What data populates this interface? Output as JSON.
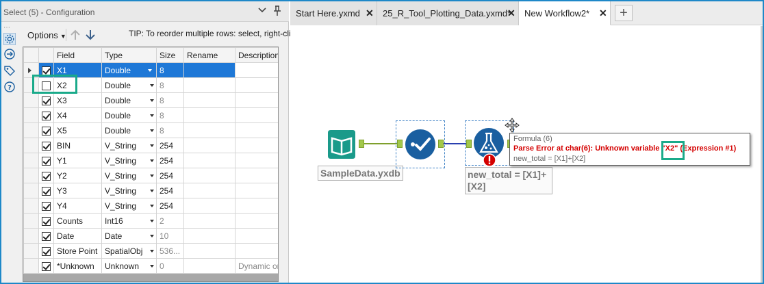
{
  "config_panel": {
    "title": "Select (5) - Configuration",
    "options_label": "Options",
    "tip": "TIP: To reorder multiple rows: select, right-click",
    "columns": [
      "Field",
      "Type",
      "Size",
      "Rename",
      "Description"
    ],
    "rows": [
      {
        "checked": true,
        "field": "X1",
        "type": "Double",
        "size": "8",
        "rename": "",
        "description": "",
        "selected": true
      },
      {
        "checked": false,
        "field": "X2",
        "type": "Double",
        "size": "8",
        "rename": "",
        "description": ""
      },
      {
        "checked": true,
        "field": "X3",
        "type": "Double",
        "size": "8",
        "rename": "",
        "description": ""
      },
      {
        "checked": true,
        "field": "X4",
        "type": "Double",
        "size": "8",
        "rename": "",
        "description": ""
      },
      {
        "checked": true,
        "field": "X5",
        "type": "Double",
        "size": "8",
        "rename": "",
        "description": ""
      },
      {
        "checked": true,
        "field": "BIN",
        "type": "V_String",
        "size": "254",
        "rename": "",
        "description": ""
      },
      {
        "checked": true,
        "field": "Y1",
        "type": "V_String",
        "size": "254",
        "rename": "",
        "description": ""
      },
      {
        "checked": true,
        "field": "Y2",
        "type": "V_String",
        "size": "254",
        "rename": "",
        "description": ""
      },
      {
        "checked": true,
        "field": "Y3",
        "type": "V_String",
        "size": "254",
        "rename": "",
        "description": ""
      },
      {
        "checked": true,
        "field": "Y4",
        "type": "V_String",
        "size": "254",
        "rename": "",
        "description": ""
      },
      {
        "checked": true,
        "field": "Counts",
        "type": "Int16",
        "size": "2",
        "rename": "",
        "description": ""
      },
      {
        "checked": true,
        "field": "Date",
        "type": "Date",
        "size": "10",
        "rename": "",
        "description": ""
      },
      {
        "checked": true,
        "field": "Store Point",
        "type": "SpatialObj",
        "size": "536...",
        "rename": "",
        "description": ""
      },
      {
        "checked": true,
        "field": "*Unknown",
        "type": "Unknown",
        "size": "0",
        "rename": "",
        "description": "Dynamic or..."
      }
    ]
  },
  "tabs": [
    {
      "label": "Start Here.yxmd",
      "active": false
    },
    {
      "label": "25_R_Tool_Plotting_Data.yxmd*",
      "active": false
    },
    {
      "label": "New Workflow2*",
      "active": true
    }
  ],
  "canvas": {
    "input_caption": "SampleData.yxdb",
    "formula_caption": "new_total = [X1]+[X2]",
    "tooltip": {
      "title": "Formula (6)",
      "error_prefix": "Parse Error at char(6): Unknown variable ",
      "error_var": "\"X2\"",
      "error_suffix": " (Expression #1)",
      "expr": "new_total = [X1]+[X2]"
    }
  },
  "colors": {
    "accent": "#1e88c8",
    "selection": "#1e78d7",
    "highlight": "#1aaa8a",
    "error": "#d40000",
    "tool_blue": "#1a5fa0",
    "tool_teal": "#1a9a8a"
  }
}
